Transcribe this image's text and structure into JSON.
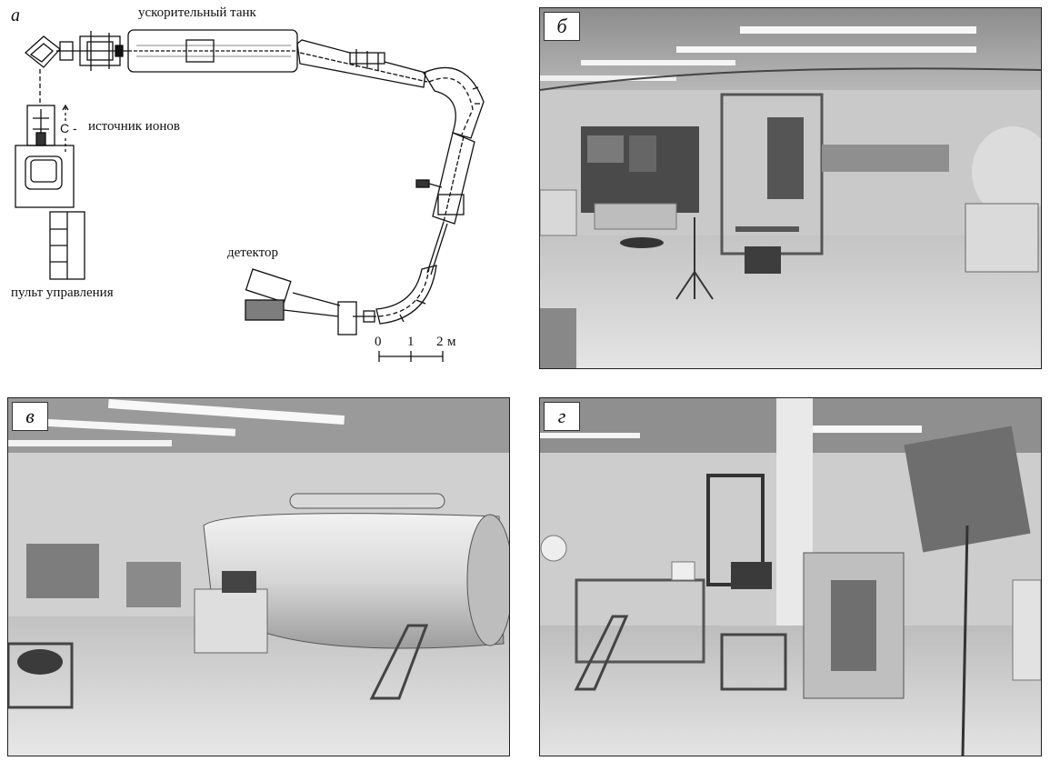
{
  "panels": {
    "a": {
      "letter": "а",
      "labels": {
        "tank": "ускорительный танк",
        "carbon": "C -",
        "ion_source": "источник ионов",
        "detector": "детектор",
        "control_panel": "пульт управления"
      },
      "scale": {
        "ticks": [
          "0",
          "1",
          "2"
        ],
        "unit": "м"
      }
    },
    "b": {
      "letter": "б"
    },
    "c": {
      "letter": "в"
    },
    "d": {
      "letter": "г"
    }
  }
}
